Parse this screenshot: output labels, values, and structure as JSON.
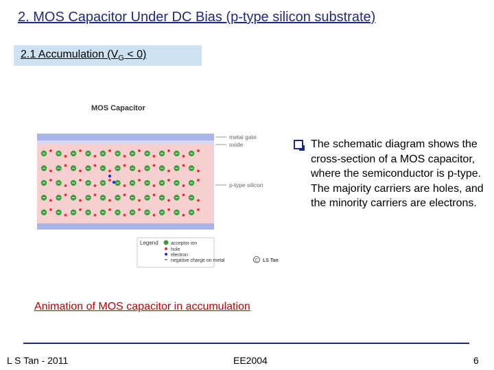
{
  "slide": {
    "title": "2. MOS Capacitor Under DC Bias (p-type silicon substrate)",
    "subtitle_main": "2.1 Accumulation (V",
    "subtitle_sub": "G",
    "subtitle_tail": " < 0)"
  },
  "figure": {
    "title": "MOS Capacitor",
    "labels": {
      "metal_gate": "metal gate",
      "oxide": "oxide",
      "p_type": "p-type silicon"
    },
    "legend": {
      "heading": "Legend",
      "acceptor": "acceptor ion",
      "hole": "hole",
      "electron": "electron",
      "negative_charge": "negative charge on metal"
    },
    "copyright": "LS Tan",
    "colors": {
      "metal": "#a9b4ea",
      "oxide": "#d6d9f2",
      "silicon": "#f6d0d0",
      "acceptor": "#3a9e3a",
      "hole": "#e0302a",
      "electron": "#1f2fd0"
    }
  },
  "bullet": {
    "text": "The schematic diagram shows the cross-section of a MOS capacitor, where the semiconductor is p-type.  The majority carriers are holes, and the minority carriers are electrons."
  },
  "animation_link": "Animation of MOS capacitor in accumulation",
  "footer": {
    "left": "L S Tan - 2011",
    "center": "EE2004",
    "page": "6"
  }
}
